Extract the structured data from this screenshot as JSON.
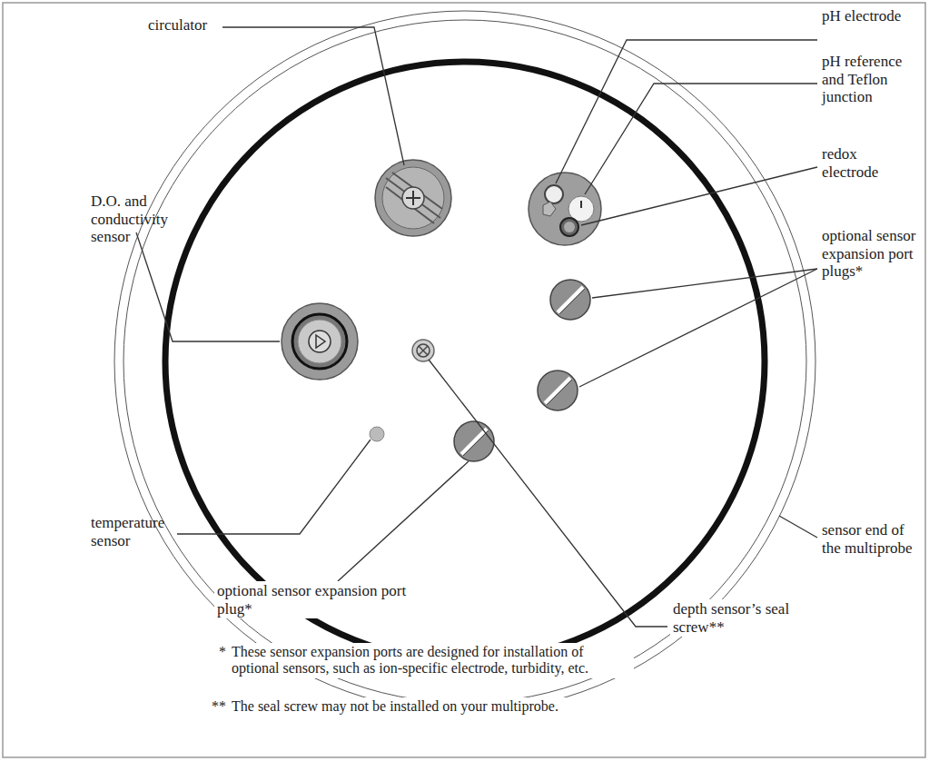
{
  "diagram": {
    "labels": [
      "circulator",
      "pH electrode",
      "pH reference and Teflon junction",
      "redox electrode",
      "D.O. and conductivity sensor",
      "optional sensor expansion port plugs*",
      "sensor end of the multiprobe",
      "temperature sensor",
      "optional sensor expansion port plug*",
      "depth sensor’s seal screw**",
      "*",
      "These sensor expansion ports are designed for installation of optional sensors, such as ion-specific electrode, turbidity, etc.",
      "**",
      "The seal screw may not be installed on your multiprobe."
    ]
  }
}
